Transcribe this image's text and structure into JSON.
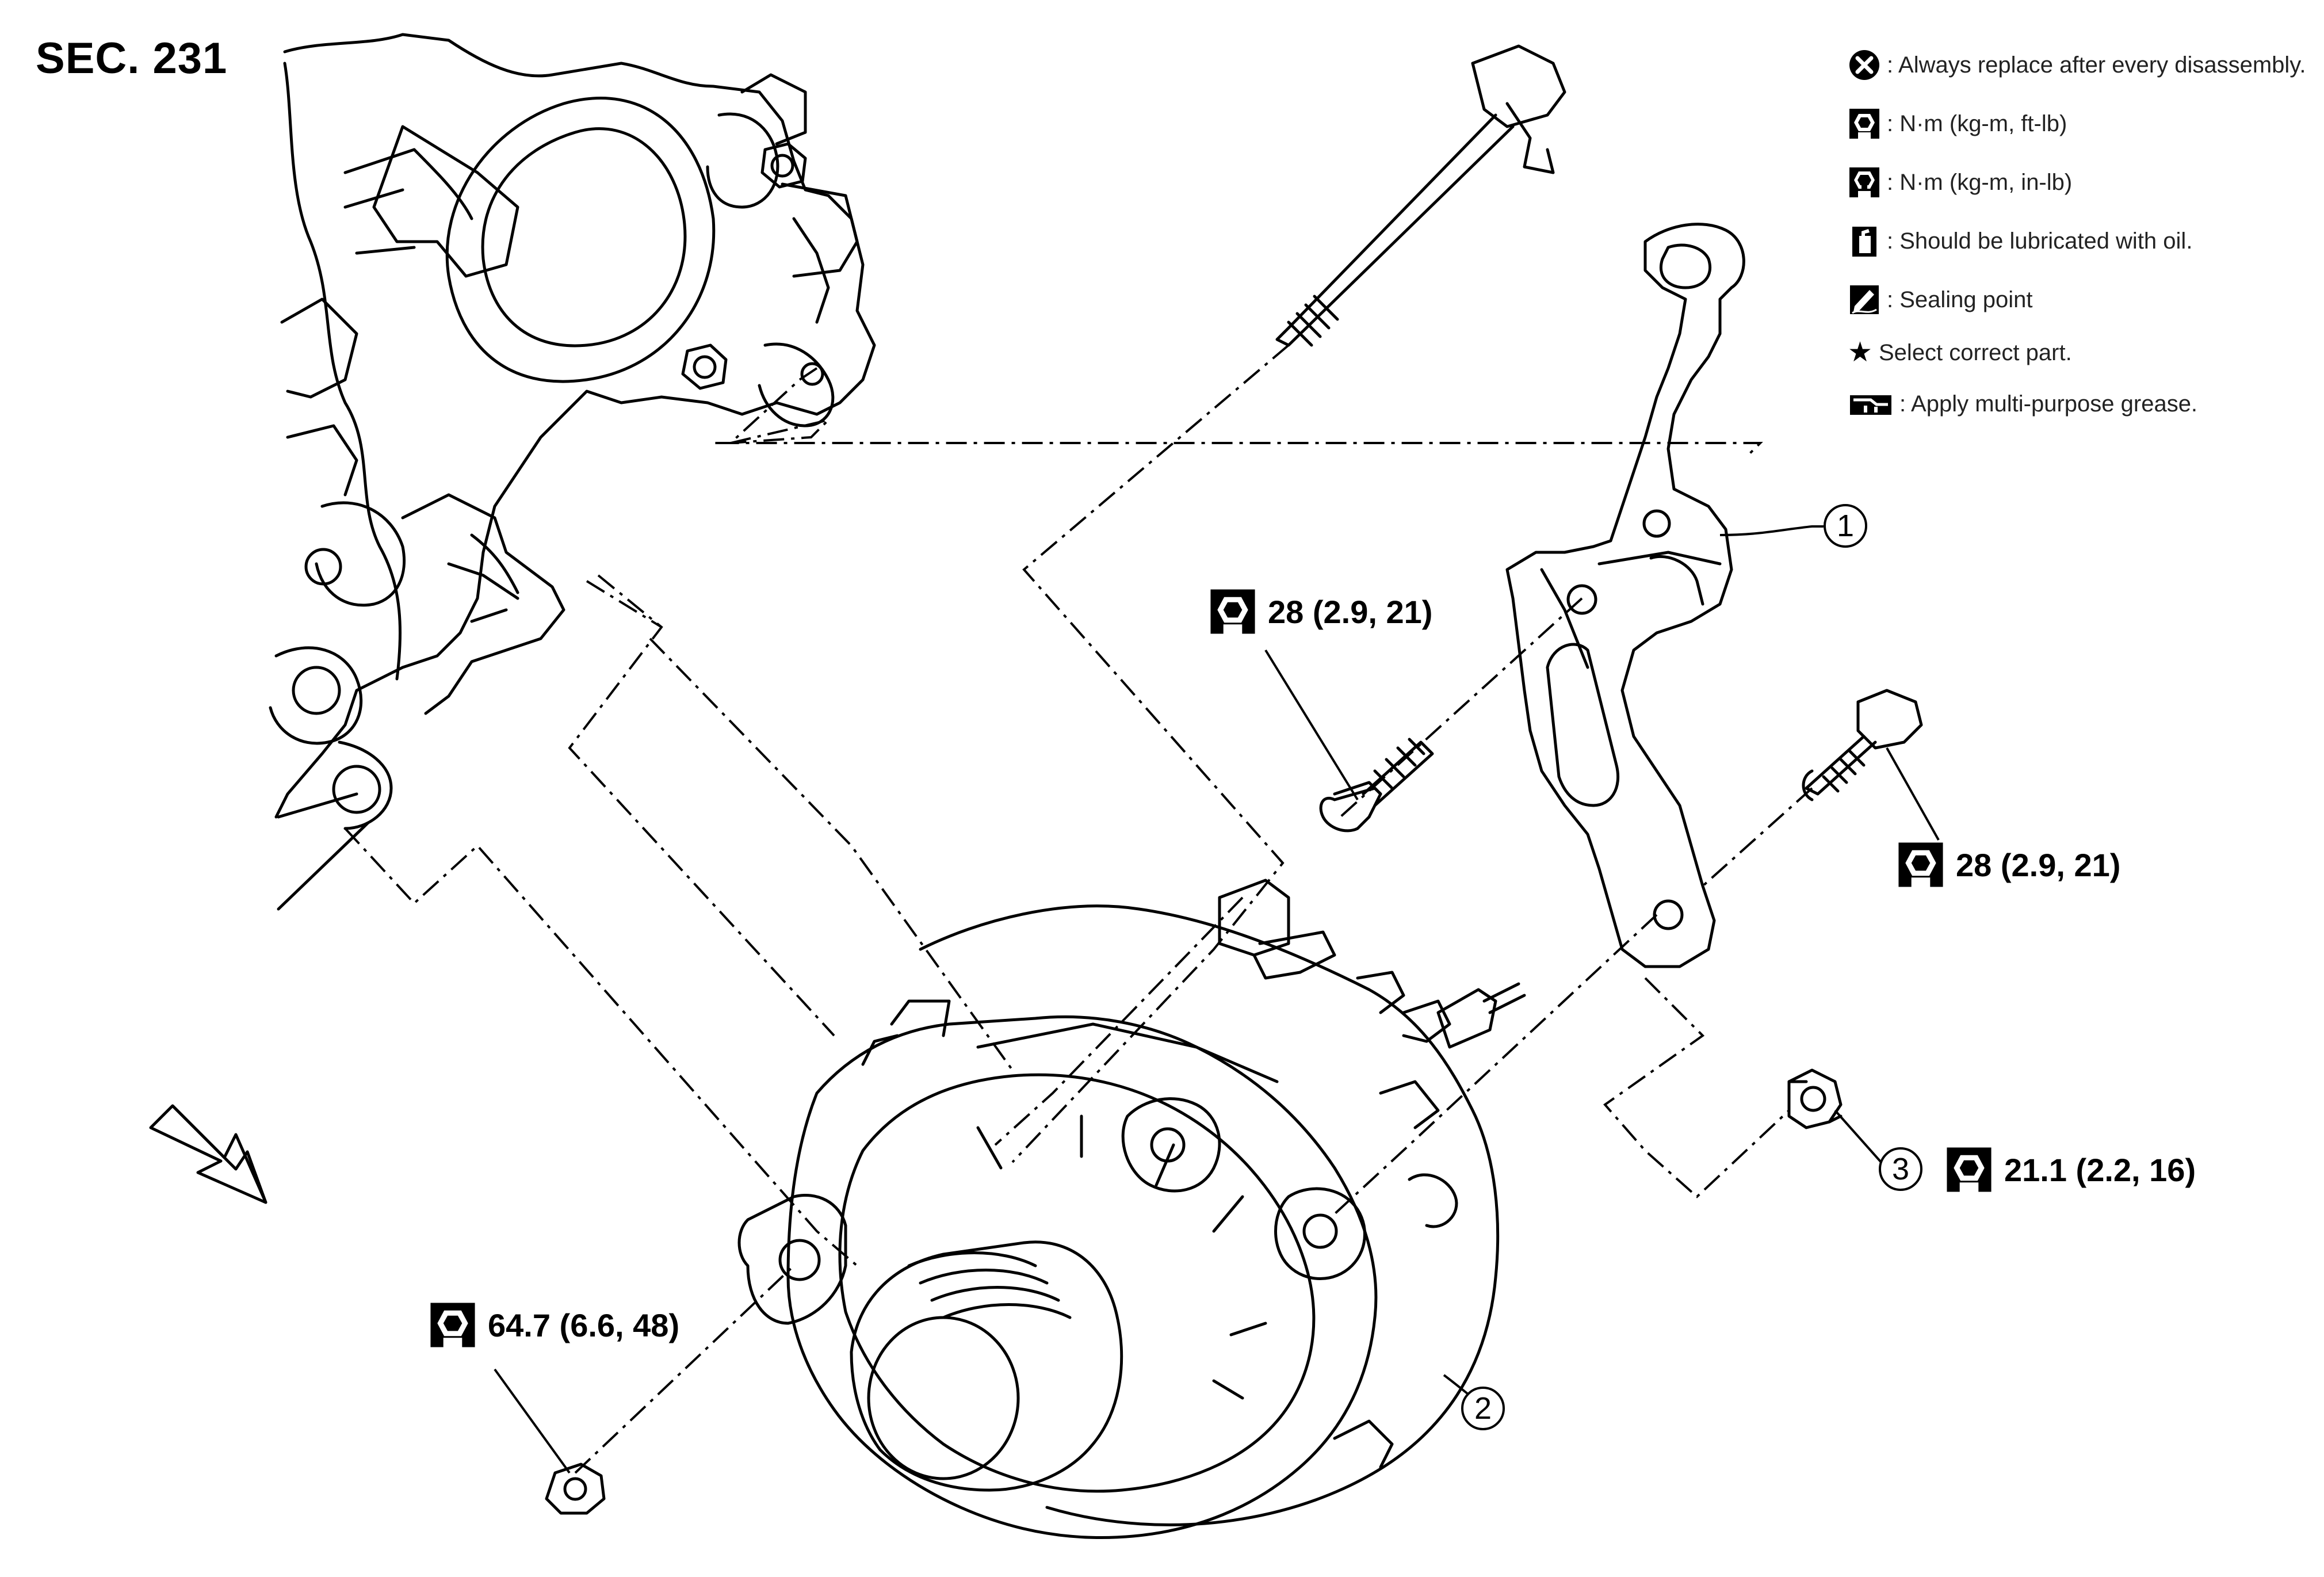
{
  "section_code": "SEC. 231",
  "legend": {
    "items": [
      {
        "icon": "always-replace-icon",
        "text": ": Always replace after every disassembly."
      },
      {
        "icon": "torque-wrench-icon",
        "text": ": N·m (kg-m, ft-lb)"
      },
      {
        "icon": "torque-wrench-inlb-icon",
        "text": ": N·m (kg-m, in-lb)"
      },
      {
        "icon": "oil-can-icon",
        "text": ": Should be lubricated with oil."
      },
      {
        "icon": "sealing-point-icon",
        "text": ": Sealing point"
      },
      {
        "icon": "star-icon",
        "text": "Select correct part."
      },
      {
        "icon": "grease-icon",
        "text": ": Apply multi-purpose grease."
      }
    ]
  },
  "torque_specs": {
    "bracket_bolt_upper": "28 (2.9, 21)",
    "bracket_bolt_right": "28 (2.9, 21)",
    "nut_3": "21.1 (2.2, 16)",
    "alternator_nut": "64.7 (6.6, 48)"
  },
  "callouts": {
    "part_1": "1",
    "part_2": "2",
    "part_3": "3"
  },
  "colors": {
    "line": "#000000",
    "background": "#ffffff",
    "legend_text": "#222222"
  }
}
